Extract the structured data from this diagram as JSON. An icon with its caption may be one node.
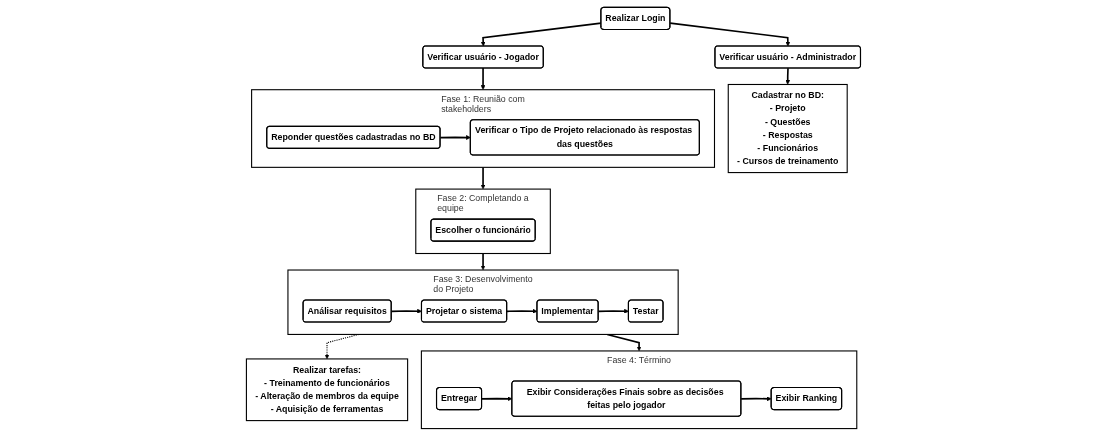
{
  "diagram": {
    "nodes": [
      {
        "text": [
          "Realizar Login"
        ]
      },
      {
        "text": [
          "Verificar usuário - Jogador"
        ]
      },
      {
        "text": [
          "Fase 1: Reunião com stakeholders"
        ]
      },
      {
        "text": [
          "Reponder questões cadastradas no BD"
        ],
        "in": 2
      },
      {
        "text": [
          "Verificar o Tipo de Projeto relacionado às respostas das questões"
        ],
        "in": 2
      },
      {
        "text": [
          "Fase 2: Completando a equipe"
        ]
      },
      {
        "text": [
          "Escolher o funcionário"
        ],
        "in": 5
      },
      {
        "text": [
          "Verificar usuário - Administrador"
        ]
      },
      {
        "text": [
          "Cadastrar no BD:",
          "- Projeto",
          "- Questões",
          "- Respostas",
          "- Funcionários",
          "- Cursos de treinamento"
        ]
      },
      {
        "text": [
          "Realizar tarefas:",
          "- Treinamento de funcionários",
          "- Alteração de membros da equipe",
          "- Aquisição de ferramentas"
        ]
      },
      {
        "text": [
          "Fase 3: Desenvolvimento do Projeto"
        ]
      },
      {
        "text": [
          "Análisar requisitos"
        ],
        "in": 10
      },
      {
        "text": [
          "Testar"
        ],
        "in": 10
      },
      {
        "text": [
          "Projetar o sistema"
        ],
        "in": 10
      },
      {
        "text": [
          "Implementar"
        ],
        "in": 10
      },
      {
        "text": [
          "Fase 4: Término"
        ]
      },
      {
        "text": [
          "Entregar"
        ],
        "in": 15
      },
      {
        "text": [
          "Exibir Considerações Finais sobre as decisões feitas pelo jogador"
        ],
        "in": 15
      },
      {
        "text": [
          "Exibir Ranking"
        ],
        "in": 15
      }
    ],
    "edges": [
      {
        "from": 0,
        "to": 1,
        "arrow": "to"
      },
      {
        "from": 1,
        "to": 2,
        "arrow": "to"
      },
      {
        "from": 3,
        "to": 4,
        "arrow": "to"
      },
      {
        "from": 2,
        "to": 5,
        "arrow": "to"
      },
      {
        "from": 0,
        "to": 7,
        "arrow": "to"
      },
      {
        "from": 7,
        "to": 8,
        "arrow": "to"
      },
      {
        "from": 5,
        "to": 10,
        "arrow": "to"
      },
      {
        "from": 10,
        "to": 9,
        "arrow": "to",
        "style": "dashed"
      },
      {
        "from": 11,
        "to": 13,
        "arrow": "to"
      },
      {
        "from": 13,
        "to": 14,
        "arrow": "to"
      },
      {
        "from": 14,
        "to": 12,
        "arrow": "to"
      },
      {
        "from": 10,
        "to": 15,
        "arrow": "to"
      },
      {
        "from": 16,
        "to": 17,
        "arrow": "to"
      },
      {
        "from": 17,
        "to": 18,
        "arrow": "to"
      }
    ]
  }
}
